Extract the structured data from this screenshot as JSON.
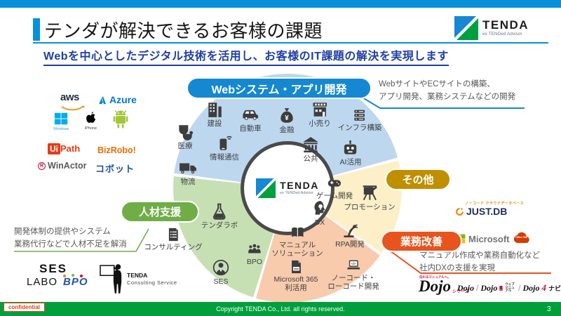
{
  "colors": {
    "primary_blue": "#0a90d8",
    "pill_blue": "#1588d1",
    "pill_gold": "#bf8f00",
    "pill_orange": "#e8541e",
    "pill_green": "#70ad47",
    "segment_blue": "#bdd7ee",
    "segment_yellow": "#fdf0c9",
    "segment_orange": "#f8cbad",
    "segment_green": "#c6e0b4",
    "subtitle_blue": "#203fa6",
    "footer_green": "#009f3c"
  },
  "top": {
    "title": "テンダが解決できるお客様の課題",
    "subtitle": "Webを中心としたデジタル技術を活用し、お客様のIT課題の解決を実現します"
  },
  "brand": {
    "name": "TENDA",
    "tagline": "ex TENDed Advisor"
  },
  "pie": {
    "segments": [
      {
        "label": "Webシステム・アプリ開発",
        "callout": "WebサイトやECサイトの構築、\nアプリ開発、業務システムなどの開発",
        "items": [
          {
            "label": "医療"
          },
          {
            "label": "建設"
          },
          {
            "label": "自動車"
          },
          {
            "label": "金融"
          },
          {
            "label": "小売り"
          },
          {
            "label": "インフラ構築"
          },
          {
            "label": "情報通信"
          },
          {
            "label": "公共"
          },
          {
            "label": "AI活用"
          },
          {
            "label": "物流"
          }
        ]
      },
      {
        "label": "その他",
        "items": [
          {
            "label": "ゲーム開発"
          },
          {
            "label": "プロモーション"
          }
        ]
      },
      {
        "label": "業務改善",
        "callout": "マニュアル作成や業務自動化など\n社内DXの支援を実現",
        "items": [
          {
            "label": "DX"
          },
          {
            "label": "マニュアル\nソリューション"
          },
          {
            "label": "RPA開発"
          },
          {
            "label": "Microsoft 365\n利活用"
          },
          {
            "label": "ノーコード・\nローコード開発"
          }
        ]
      },
      {
        "label": "人材支援",
        "callout": "開発体制の提供やシステム\n業務代行などで人材不足を解消",
        "items": [
          {
            "label": "テンダラボ"
          },
          {
            "label": "コンサルティング"
          },
          {
            "label": "BPO"
          },
          {
            "label": "SES"
          }
        ]
      }
    ]
  },
  "logos": {
    "aws": "aws",
    "azure": "Azure",
    "windows": "Windows",
    "iphone": "iPhone",
    "uipath_box": "Ui",
    "uipath": "Path",
    "bizrobo": "BizRobo!",
    "winactor_mark": "R",
    "winactor": "WinActor",
    "kobot": "コボット",
    "justdb_tagline": "ノーコード クラウドデータベース",
    "justdb": "JUST.DB",
    "microsoft": "Microsoft",
    "office365": "Office 365",
    "ses": "SES",
    "labo": "LABO",
    "bpo": "BPO",
    "tenda_cs_name": "TENDA",
    "tenda_cs_sub": "Consulting Service",
    "dojo_tagline": "伝わるマニュアルへ。",
    "dojo": "Dojo",
    "dojo_series": "シリーズ",
    "slash": "/",
    "dojo2": "Dojo",
    "dojo3": "Dojo",
    "dojo_webmanual": "ウェブ\nマニュアル",
    "dojo4": "Dojo",
    "dojo_four": "4",
    "dojo_navi": "ナビ"
  },
  "footer": {
    "confidential": "confidential",
    "copyright": "Copyright TENDA Co., Ltd. all rights reserved.",
    "page": "3"
  }
}
